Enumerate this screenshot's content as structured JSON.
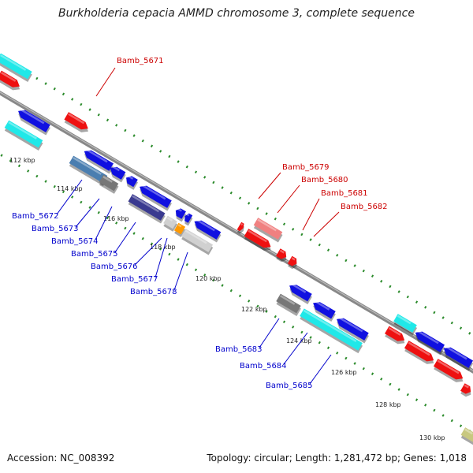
{
  "header": {
    "title": "Burkholderia cepacia AMMD chromosome 3, complete sequence"
  },
  "footer": {
    "accession": "Accession: NC_008392",
    "summary": "Topology: circular; Length: 1,281,472 bp; Genes: 1,018"
  },
  "colors": {
    "forward_label": "#cc0000",
    "reverse_label": "#0000cc",
    "backbone": "#888888",
    "tick": "#2a8a2a",
    "cds_blue": "#1010e0",
    "cds_red": "#ee1010",
    "cyan": "#20e8e8",
    "pink": "#f08080",
    "gray": "#777777",
    "light_gray": "#d0d0d0",
    "steel": "#4a7eb0",
    "navy": "#3a3a90",
    "orange": "#ff9900",
    "olive": "#c8c880"
  },
  "axis": {
    "kbp_labels": [
      "112 kbp",
      "114 kbp",
      "116 kbp",
      "118 kbp",
      "120 kbp",
      "122 kbp",
      "124 kbp",
      "126 kbp",
      "128 kbp",
      "130 kbp"
    ]
  },
  "genes": {
    "forward": [
      "Bamb_5671",
      "Bamb_5679",
      "Bamb_5680",
      "Bamb_5681",
      "Bamb_5682"
    ],
    "reverse": [
      "Bamb_5672",
      "Bamb_5673",
      "Bamb_5674",
      "Bamb_5675",
      "Bamb_5676",
      "Bamb_5677",
      "Bamb_5678",
      "Bamb_5683",
      "Bamb_5684",
      "Bamb_5685"
    ]
  }
}
